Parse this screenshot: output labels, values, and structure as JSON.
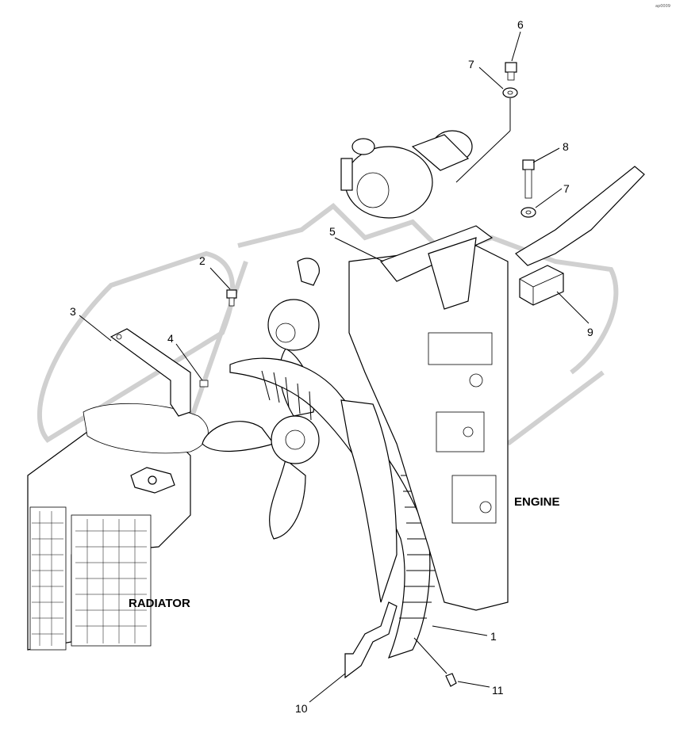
{
  "diagram": {
    "callouts": [
      "1",
      "2",
      "3",
      "4",
      "5",
      "6",
      "7",
      "7",
      "8",
      "9",
      "10",
      "11"
    ],
    "labels": {
      "engine": "ENGINE",
      "radiator": "RADIATOR"
    },
    "corner_mark": "ap0009"
  }
}
